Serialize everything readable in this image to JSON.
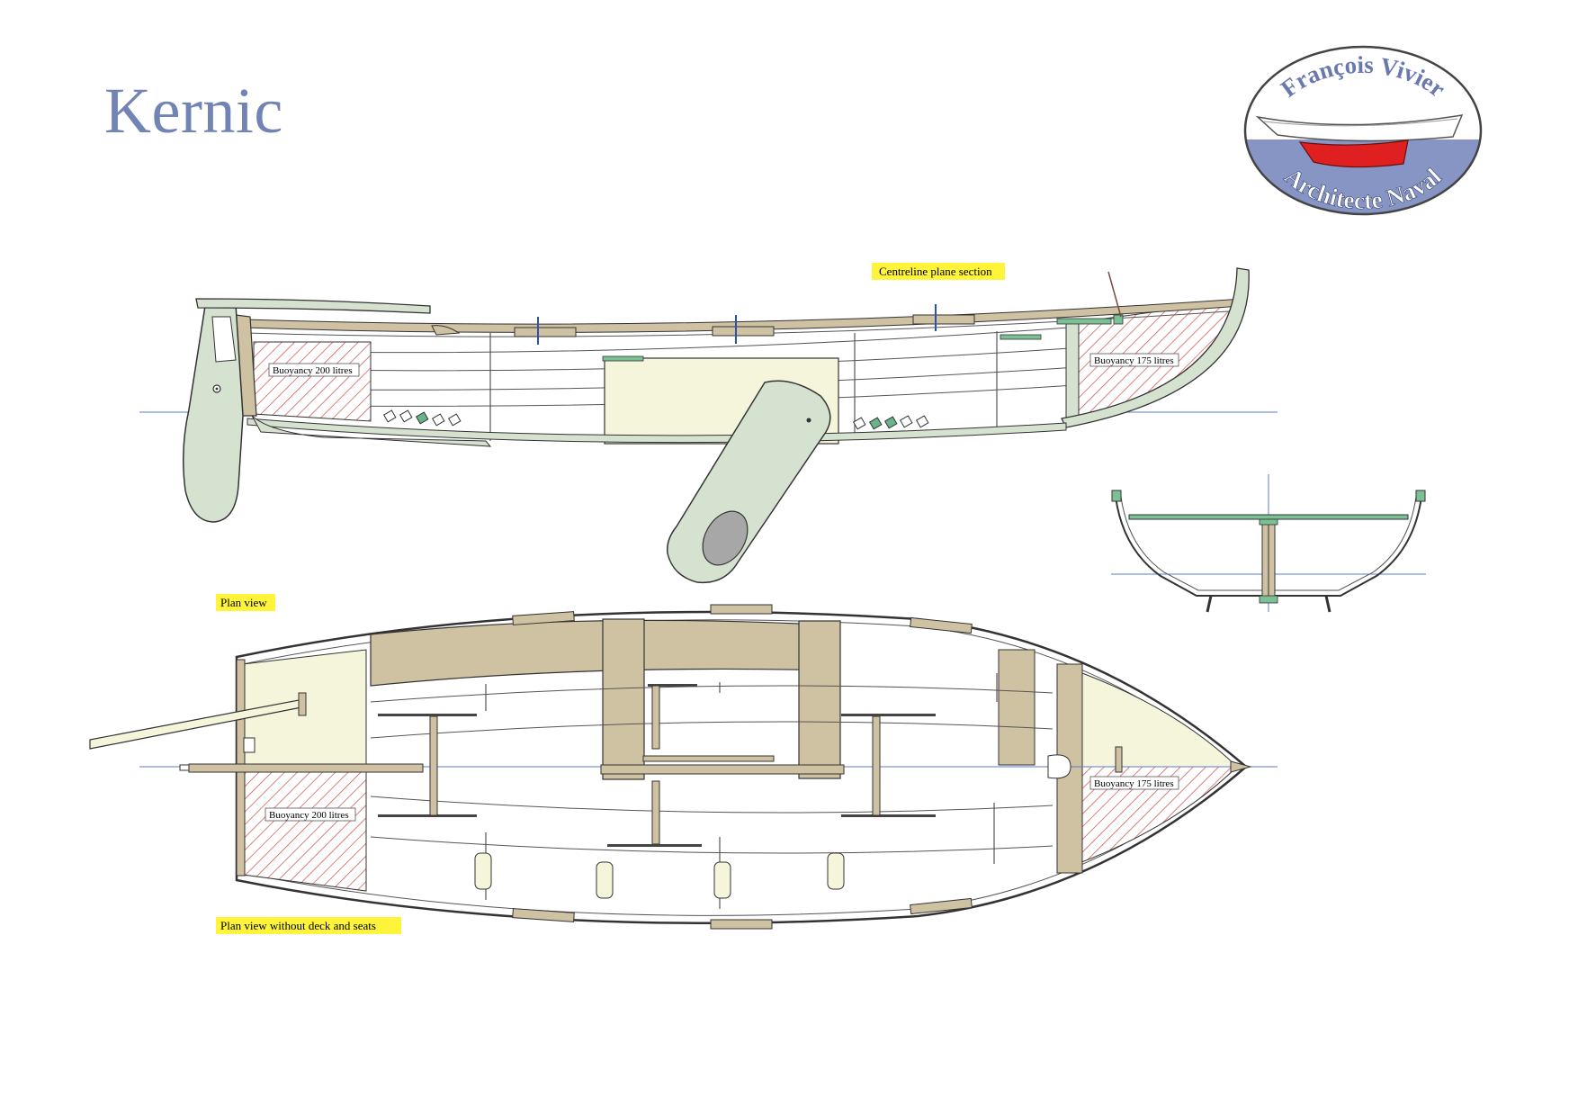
{
  "title": "Kernic",
  "logo": {
    "top_text": "François Vivier",
    "bottom_text": "Architecte Naval"
  },
  "labels": {
    "centreline": "Centreline plane section",
    "plan_view": "Plan view",
    "plan_view_no_deck": "Plan view without deck and seats",
    "buoyancy_aft": "Buoyancy 200 litres",
    "buoyancy_fwd": "Buoyancy 175 litres"
  },
  "colors": {
    "title": "#7284b4",
    "highlight": "#fff43a",
    "hull_green": "#d6e2d0",
    "seat_tan": "#cfc2a3",
    "deck_cream": "#f5f5dc",
    "hatch_red": "#cc3333",
    "waterline": "#5a7bd0",
    "logo_blue": "#8795c4",
    "logo_keel": "#e02020"
  }
}
